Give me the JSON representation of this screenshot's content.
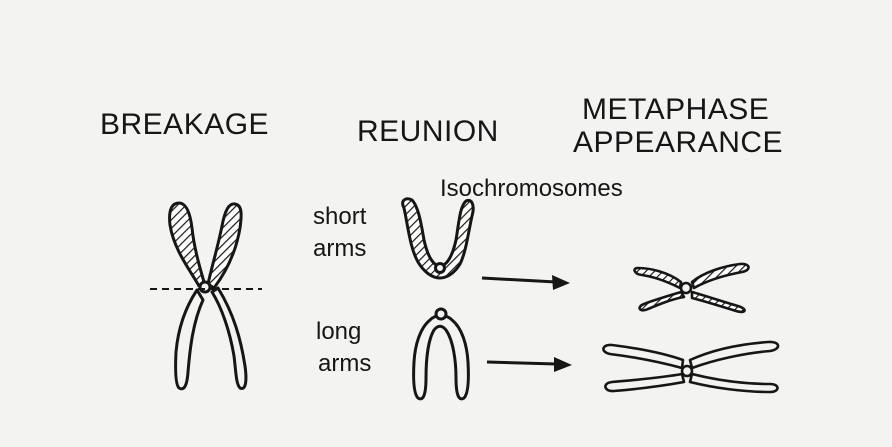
{
  "columns": {
    "breakage": "BREAKAGE",
    "reunion": "REUNION",
    "metaphase_line1": "METAPHASE",
    "metaphase_line2": "APPEARANCE"
  },
  "isochromosomes_label": "Isochromosomes",
  "rows": {
    "short": {
      "line1": "short",
      "line2": "arms"
    },
    "long": {
      "line1": "long",
      "line2": "arms"
    }
  },
  "colors": {
    "ink": "#161616",
    "paper": "#f3f3f1"
  }
}
